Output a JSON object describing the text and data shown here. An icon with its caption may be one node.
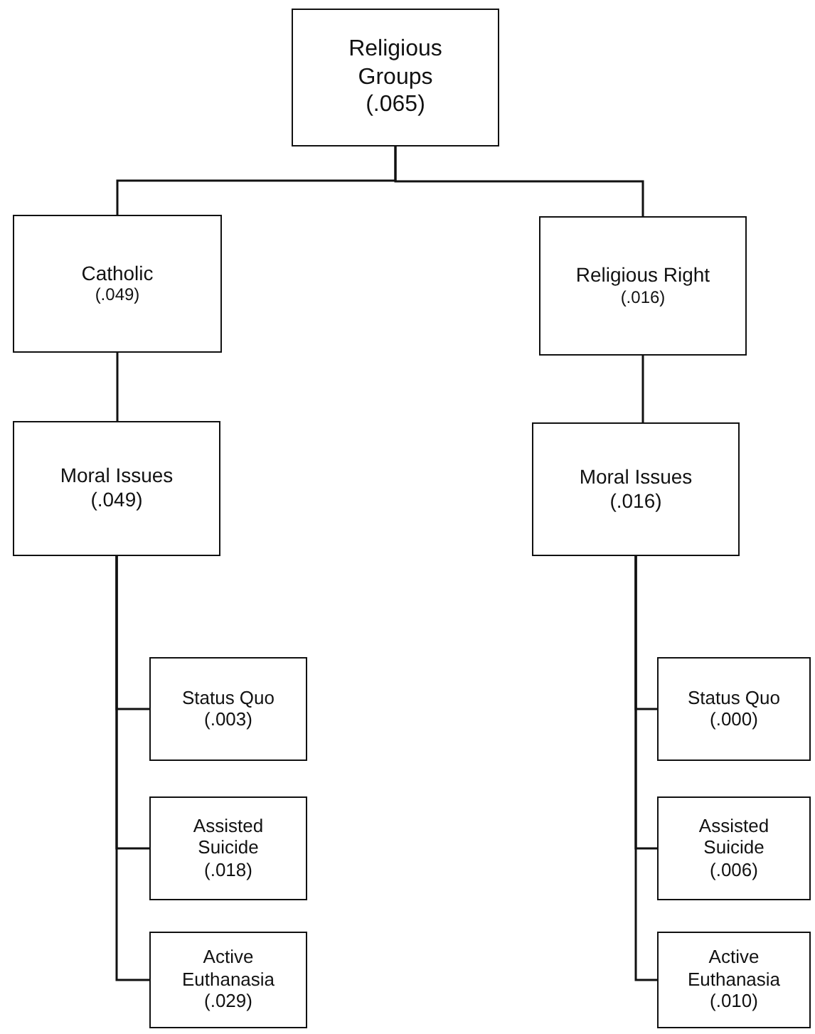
{
  "diagram": {
    "nodes": [
      {
        "text": [
          "Religious Groups",
          "(.065)"
        ]
      },
      {
        "text": [
          "Catholic",
          "(.049)"
        ]
      },
      {
        "text": [
          "Religious Right",
          "(.016)"
        ]
      },
      {
        "text": [
          "Moral Issues",
          "(.049)"
        ]
      },
      {
        "text": [
          "Moral Issues",
          "(.016)"
        ]
      },
      {
        "text": [
          "Status Quo",
          "(.003)"
        ]
      },
      {
        "text": [
          "Assisted Suicide",
          "(.018)"
        ]
      },
      {
        "text": [
          "Active Euthanasia",
          "(.029)"
        ]
      },
      {
        "text": [
          "Status Quo",
          "(.000)"
        ]
      },
      {
        "text": [
          "Assisted Suicide",
          "(.006)"
        ]
      },
      {
        "text": [
          "Active Euthanasia",
          "(.010)"
        ]
      }
    ],
    "edges": [
      {
        "from": 0,
        "to": 1,
        "arrow": "none"
      },
      {
        "from": 0,
        "to": 2,
        "arrow": "none"
      },
      {
        "from": 1,
        "to": 3,
        "arrow": "none"
      },
      {
        "from": 2,
        "to": 4,
        "arrow": "none"
      },
      {
        "from": 3,
        "to": 5,
        "arrow": "none"
      },
      {
        "from": 3,
        "to": 6,
        "arrow": "none"
      },
      {
        "from": 3,
        "to": 7,
        "arrow": "none"
      },
      {
        "from": 4,
        "to": 8,
        "arrow": "none"
      },
      {
        "from": 4,
        "to": 9,
        "arrow": "none"
      },
      {
        "from": 4,
        "to": 10,
        "arrow": "none"
      }
    ]
  }
}
